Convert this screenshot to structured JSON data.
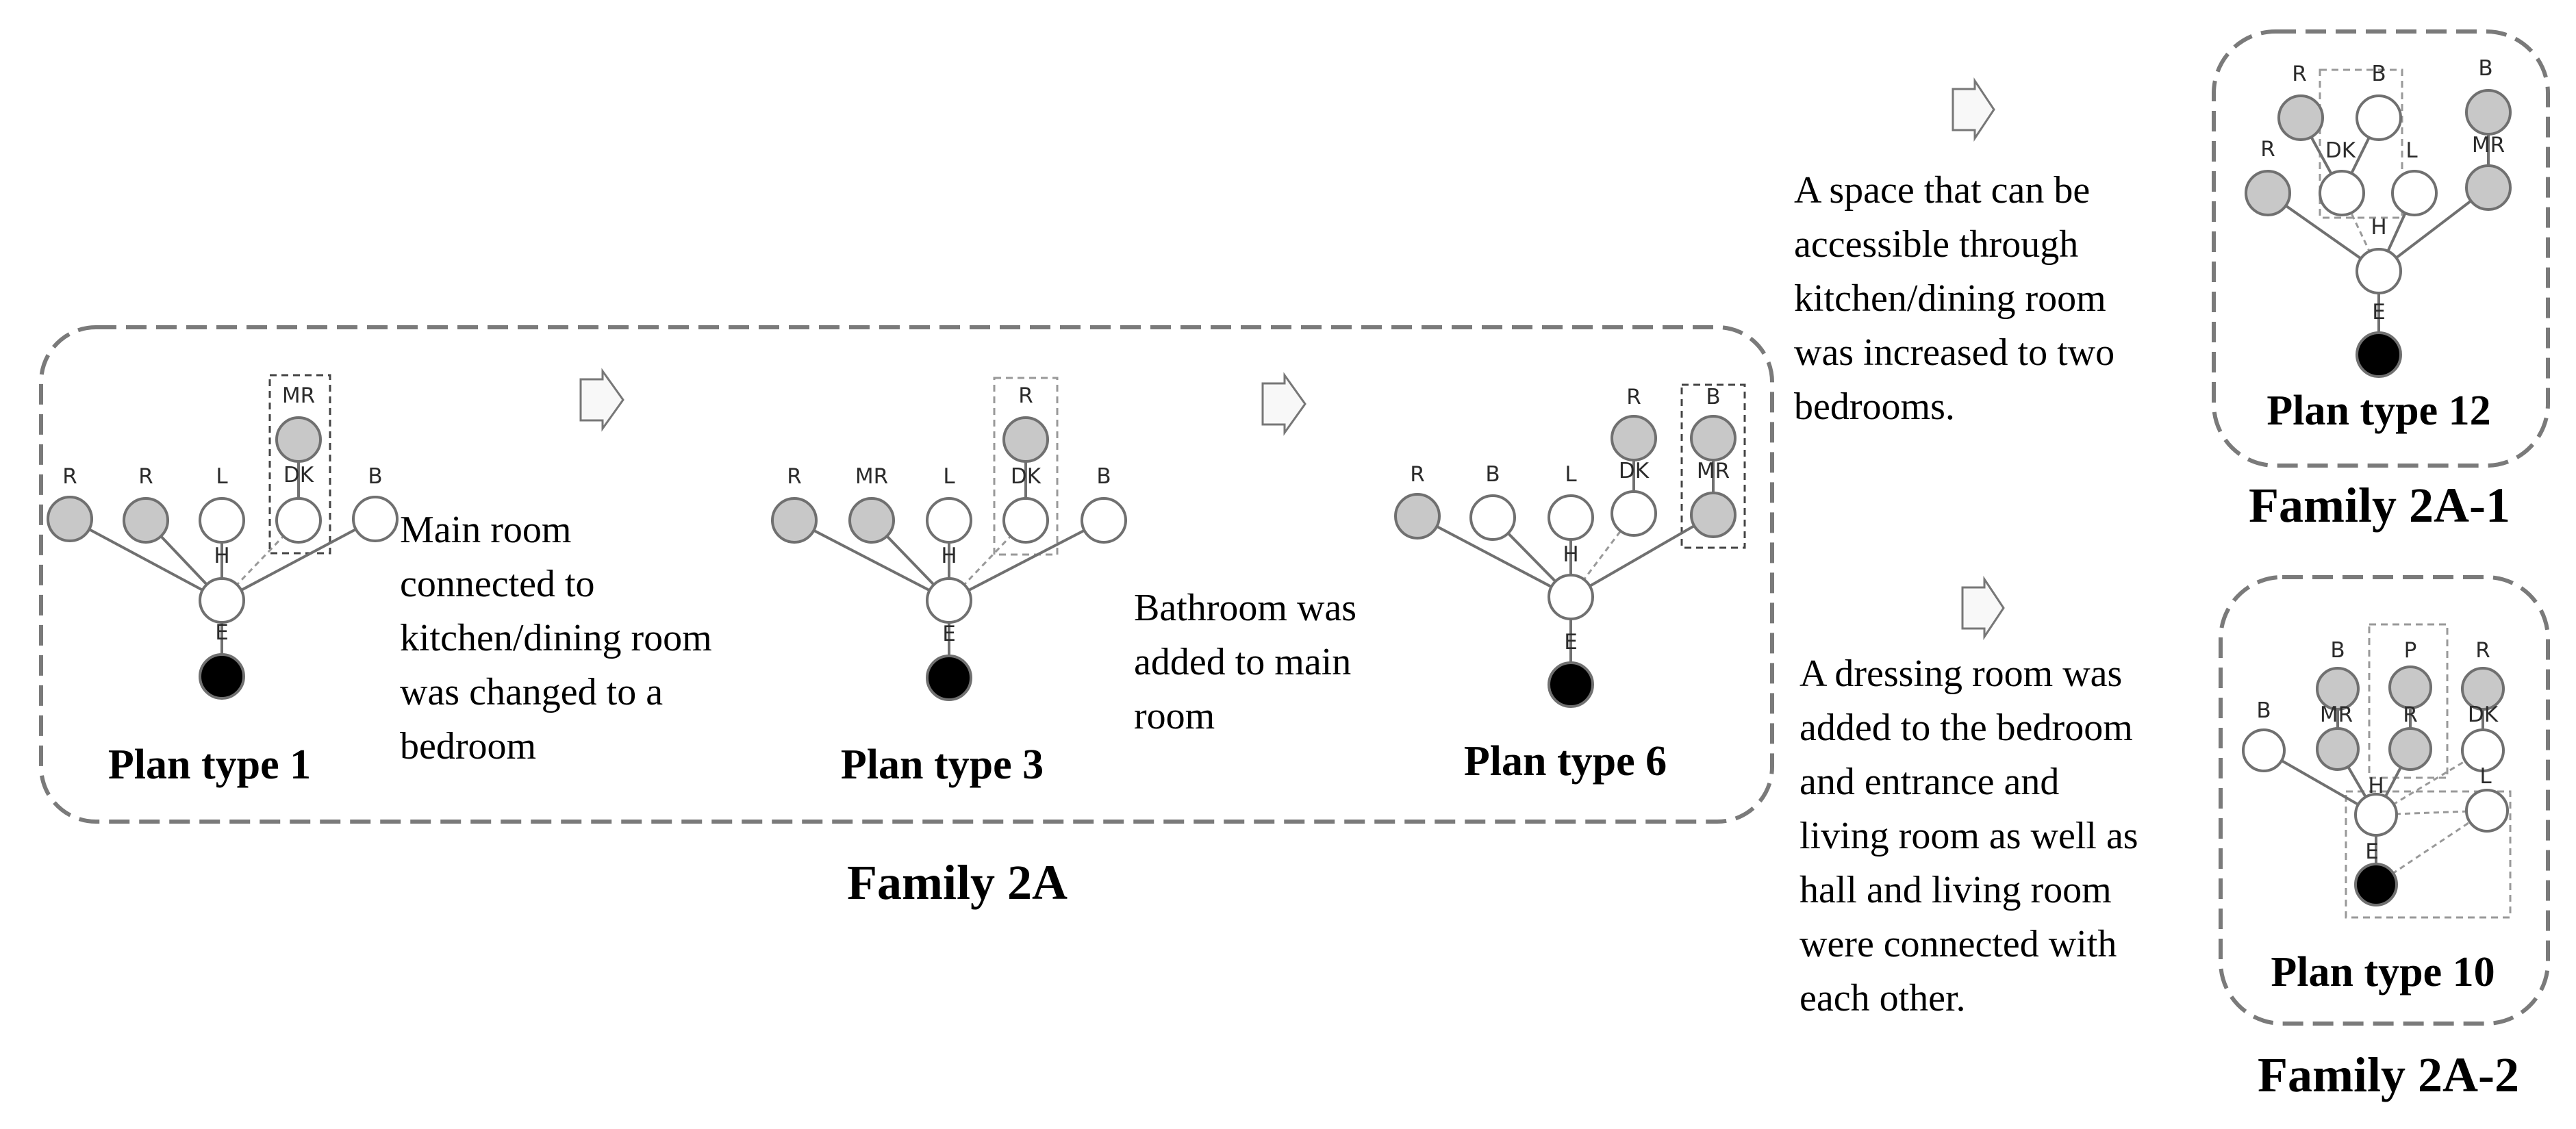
{
  "colors": {
    "gray_node": "#c8c8c8",
    "white_node": "#ffffff",
    "entrance_node": "#000000",
    "frame": "#7a7a7a",
    "edge": "#707070"
  },
  "plans": {
    "p1": {
      "title": "Plan type 1",
      "labels": [
        "R",
        "R",
        "L",
        "DK",
        "MR",
        "B",
        "H",
        "E"
      ]
    },
    "p3": {
      "title": "Plan type 3",
      "labels": [
        "R",
        "MR",
        "L",
        "DK",
        "R",
        "B",
        "H",
        "E"
      ]
    },
    "p6": {
      "title": "Plan type 6",
      "labels": [
        "R",
        "B",
        "L",
        "DK",
        "R",
        "MR",
        "B",
        "H",
        "E"
      ]
    },
    "p12": {
      "title": "Plan type 12",
      "labels": [
        "R",
        "R",
        "DK",
        "B",
        "L",
        "MR",
        "B",
        "H",
        "E"
      ]
    },
    "p10": {
      "title": "Plan type 10",
      "labels": [
        "B",
        "B",
        "MR",
        "P",
        "R",
        "R",
        "DK",
        "L",
        "H",
        "E"
      ]
    }
  },
  "families": {
    "f2a": "Family 2A",
    "f2a1": "Family 2A-1",
    "f2a2": "Family 2A-2"
  },
  "descriptions": {
    "d1": [
      "Main room",
      "connected to",
      "kitchen/dining room",
      "was changed to a",
      "bedroom"
    ],
    "d2": [
      "Bathroom was",
      "added to main",
      "room"
    ],
    "d3": [
      "A space that can be",
      "accessible through",
      "kitchen/dining room",
      "was increased to two",
      "bedrooms."
    ],
    "d4": [
      "A dressing room was",
      "added to the bedroom",
      "and entrance and",
      "living room as well as",
      "hall and living room",
      "were connected with",
      "each other."
    ]
  }
}
